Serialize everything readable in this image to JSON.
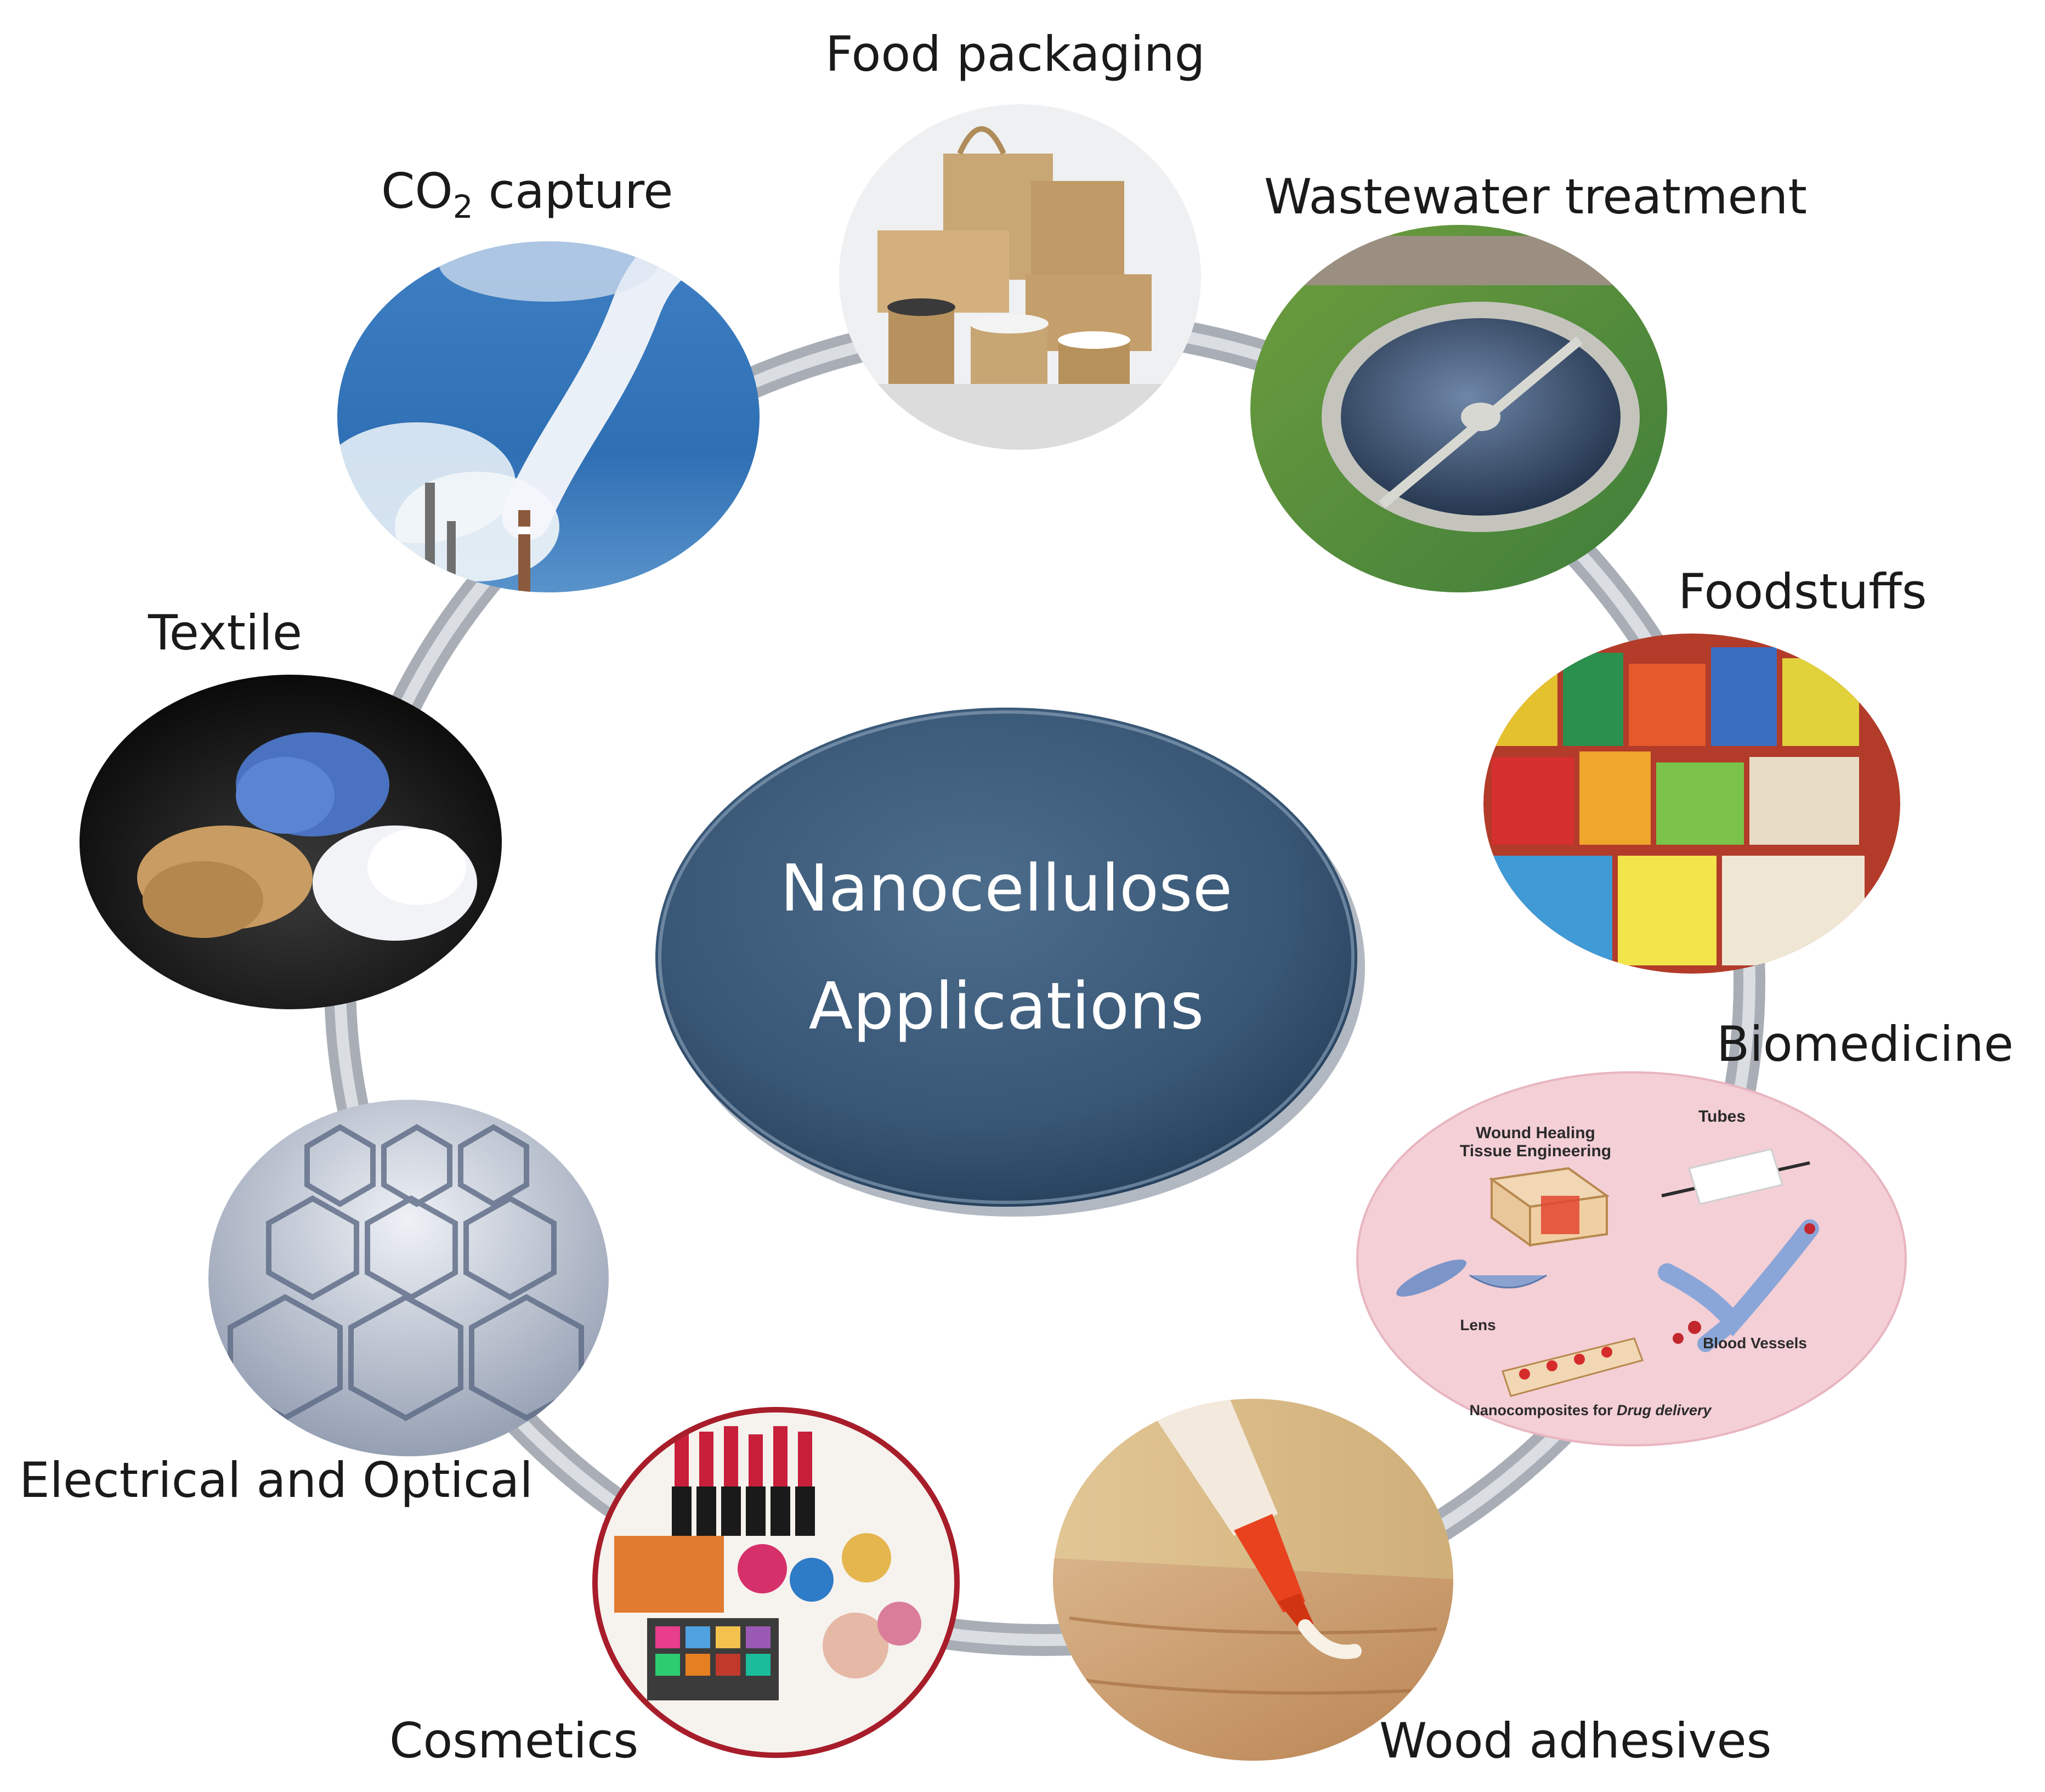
{
  "diagram": {
    "center": {
      "line1": "Nanocellulose",
      "line2": "Applications"
    },
    "nodes": [
      {
        "key": "food_packaging",
        "label": "Food packaging",
        "picture": "paper-food-packaging-image"
      },
      {
        "key": "wastewater",
        "label": "Wastewater treatment",
        "picture": "wastewater-clarifier-image"
      },
      {
        "key": "foodstuffs",
        "label": "Foodstuffs",
        "picture": "grocery-market-image"
      },
      {
        "key": "biomedicine",
        "label": "Biomedicine",
        "picture": "biomedical-applications-illustration"
      },
      {
        "key": "wood_adhesives",
        "label": "Wood adhesives",
        "picture": "glue-on-wood-image"
      },
      {
        "key": "cosmetics",
        "label": "Cosmetics",
        "picture": "cosmetics-products-image"
      },
      {
        "key": "electrical_optical",
        "label": "Electrical and Optical",
        "picture": "honeycomb-lattice-image"
      },
      {
        "key": "textile",
        "label": "Textile",
        "picture": "fiber-tufts-image"
      },
      {
        "key": "co2_capture",
        "label_main": "CO",
        "label_sub": "2",
        "label_rest": " capture",
        "picture": "smokestack-clouds-image"
      }
    ],
    "biomedicine_illustration": {
      "wound": "Wound Healing",
      "tissue": "Tissue Engineering",
      "tubes": "Tubes",
      "lens": "Lens",
      "vessels": "Blood Vessels",
      "nano_prefix": "Nanocomposites for ",
      "nano_italic": "Drug delivery"
    }
  }
}
